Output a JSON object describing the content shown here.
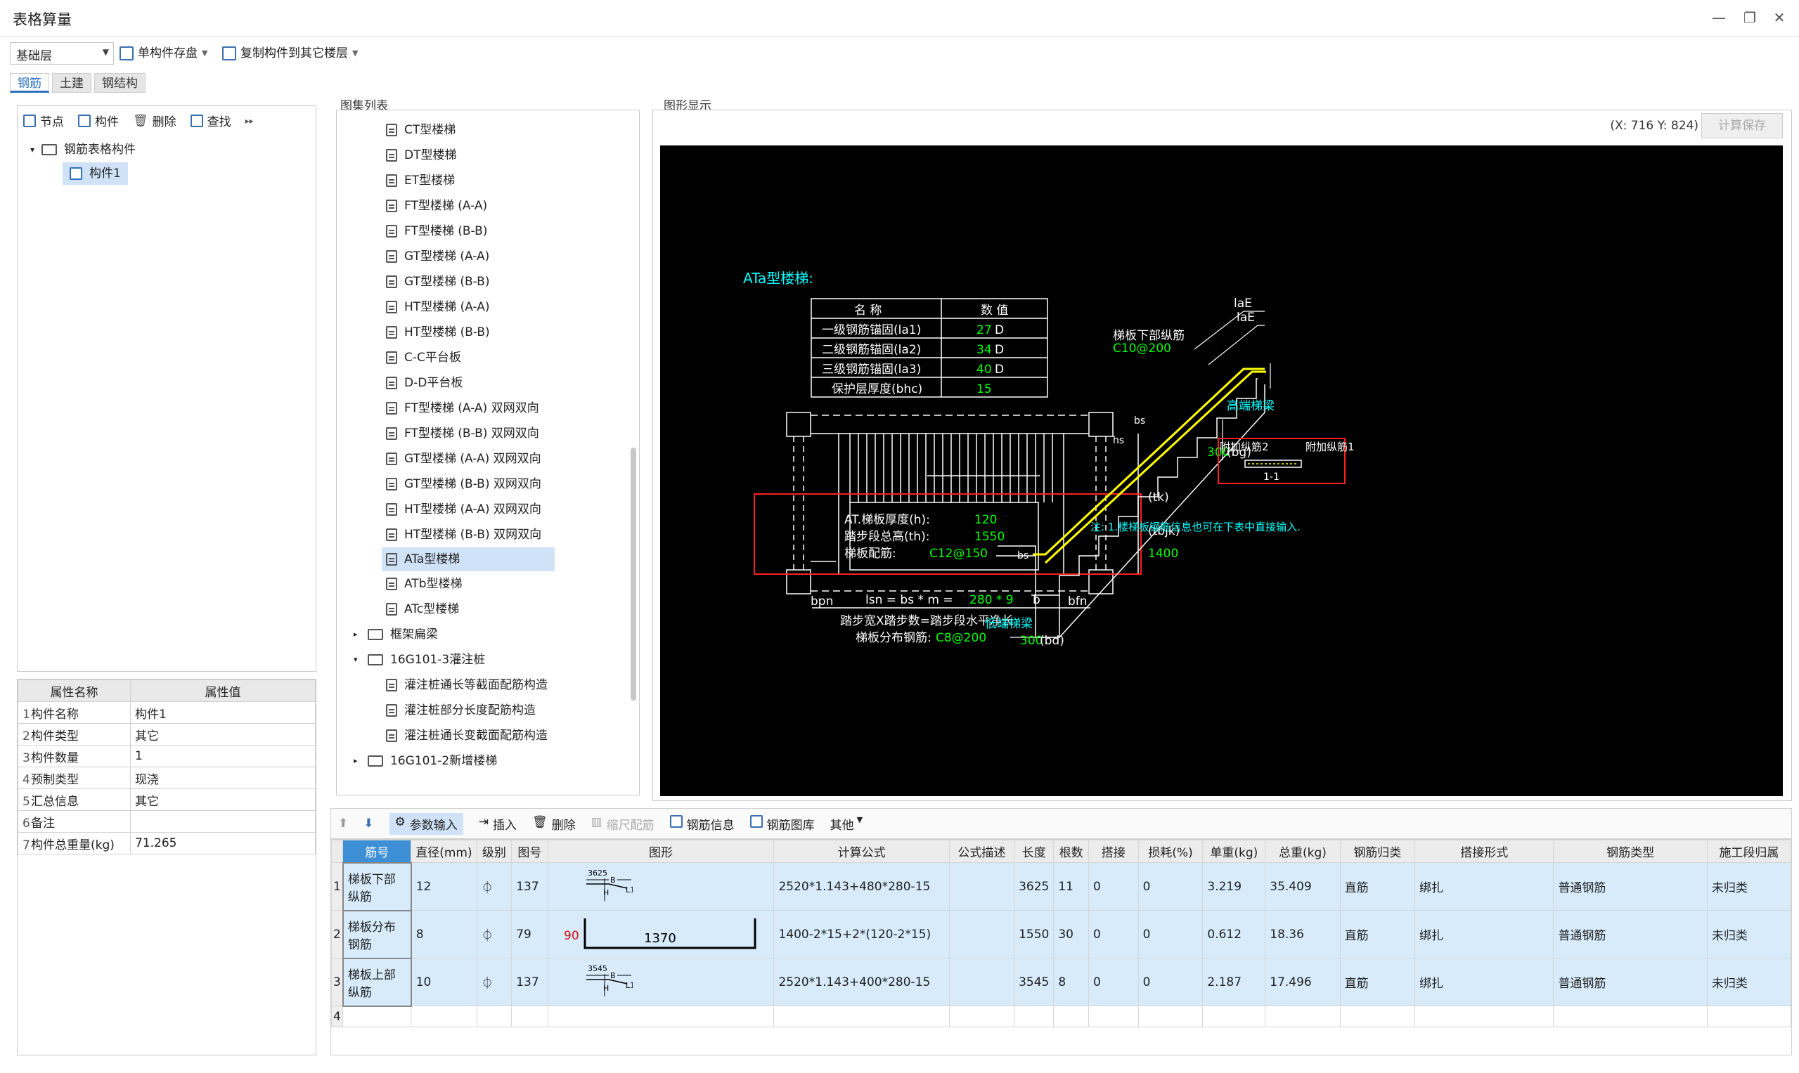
{
  "window": {
    "title": "表格算量"
  },
  "toolbar": {
    "floor": "基础层",
    "save_single": "单构件存盘",
    "copy_to_floors": "复制构件到其它楼层"
  },
  "tabs": [
    "钢筋",
    "土建",
    "钢结构"
  ],
  "left_tree": {
    "toolbar": [
      "节点",
      "构件",
      "删除",
      "查找"
    ],
    "root": "钢筋表格构件",
    "child": "构件1"
  },
  "properties": {
    "headers": [
      "属性名称",
      "属性值"
    ],
    "rows": [
      {
        "n": "1",
        "name": "构件名称",
        "value": "构件1"
      },
      {
        "n": "2",
        "name": "构件类型",
        "value": "其它"
      },
      {
        "n": "3",
        "name": "构件数量",
        "value": "1"
      },
      {
        "n": "4",
        "name": "预制类型",
        "value": "现浇"
      },
      {
        "n": "5",
        "name": "汇总信息",
        "value": "其它"
      },
      {
        "n": "6",
        "name": "备注",
        "value": ""
      },
      {
        "n": "7",
        "name": "构件总重量(kg)",
        "value": "71.265"
      }
    ]
  },
  "atlas": {
    "title": "图集列表",
    "items": [
      {
        "label": "CT型楼梯",
        "kind": "doc"
      },
      {
        "label": "DT型楼梯",
        "kind": "doc"
      },
      {
        "label": "ET型楼梯",
        "kind": "doc"
      },
      {
        "label": "FT型楼梯 (A-A)",
        "kind": "doc"
      },
      {
        "label": "FT型楼梯 (B-B)",
        "kind": "doc"
      },
      {
        "label": "GT型楼梯 (A-A)",
        "kind": "doc"
      },
      {
        "label": "GT型楼梯 (B-B)",
        "kind": "doc"
      },
      {
        "label": "HT型楼梯 (A-A)",
        "kind": "doc"
      },
      {
        "label": "HT型楼梯 (B-B)",
        "kind": "doc"
      },
      {
        "label": "C-C平台板",
        "kind": "doc"
      },
      {
        "label": "D-D平台板",
        "kind": "doc"
      },
      {
        "label": "FT型楼梯 (A-A) 双网双向",
        "kind": "doc"
      },
      {
        "label": "FT型楼梯 (B-B) 双网双向",
        "kind": "doc"
      },
      {
        "label": "GT型楼梯 (A-A) 双网双向",
        "kind": "doc"
      },
      {
        "label": "GT型楼梯 (B-B) 双网双向",
        "kind": "doc"
      },
      {
        "label": "HT型楼梯 (A-A) 双网双向",
        "kind": "doc"
      },
      {
        "label": "HT型楼梯 (B-B) 双网双向",
        "kind": "doc"
      },
      {
        "label": "ATa型楼梯",
        "kind": "doc",
        "selected": true
      },
      {
        "label": "ATb型楼梯",
        "kind": "doc"
      },
      {
        "label": "ATc型楼梯",
        "kind": "doc"
      },
      {
        "label": "框架扁梁",
        "kind": "folder"
      },
      {
        "label": "16G101-3灌注桩",
        "kind": "folder-open"
      },
      {
        "label": "灌注桩通长等截面配筋构造",
        "kind": "doc"
      },
      {
        "label": "灌注桩部分长度配筋构造",
        "kind": "doc"
      },
      {
        "label": "灌注桩通长变截面配筋构造",
        "kind": "doc"
      },
      {
        "label": "16G101-2新增楼梯",
        "kind": "folder"
      }
    ]
  },
  "graphic": {
    "title": "图形显示",
    "coords": "(X: 716 Y: 824)",
    "calc_save": "计算保存",
    "drawing": {
      "heading": "ATa型楼梯:",
      "table_head": [
        "名 称",
        "数 值"
      ],
      "table_rows": [
        [
          "一级钢筋锚固(la1)",
          "27",
          "D"
        ],
        [
          "二级钢筋锚固(la2)",
          "34",
          "D"
        ],
        [
          "三级钢筋锚固(la3)",
          "40",
          "D"
        ],
        [
          "保护层厚度(bhc)",
          "15",
          ""
        ]
      ],
      "plate_thickness": "AT.梯板厚度(h):",
      "plate_thickness_val": "120",
      "step_height": "踏步段总高(th):",
      "step_height_val": "1550",
      "plate_rebar": "梯板配筋:",
      "plate_rebar_val": "C12@150",
      "tk": "(tk)",
      "tbjk": "(tbjk)",
      "v1400": "1400",
      "bpn": "bpn",
      "bfn": "bfn",
      "b": "b",
      "lsn": "lsn = bs * m =",
      "lsn_val": "280 * 9",
      "step_formula": "踏步宽X踏步数=踏步段水平净长",
      "dist_rebar": "梯板分布钢筋:",
      "dist_rebar_val": "C8@200",
      "lower_long": "梯板下部纵筋",
      "lower_long_val": "C10@200",
      "laE1": "laE",
      "laE2": "laE",
      "high_beam": "高端梯梁",
      "v300bg": "300",
      "bg": "(bg)",
      "low_beam": "低端梯梁",
      "v300bd": "300",
      "bd": "(bd)",
      "bs1": "bs",
      "hs": "hs",
      "bs2": "bs",
      "add1": "附加纵筋1",
      "add2": "附加纵筋2",
      "sec": "1-1",
      "note": "注: 1.楼梯板钢筋信息也可在下表中直接输入."
    }
  },
  "bottom_toolbar": [
    "参数输入",
    "插入",
    "删除",
    "缩尺配筋",
    "钢筋信息",
    "钢筋图库",
    "其他"
  ],
  "grid": {
    "headers": [
      "筋号",
      "直径(mm)",
      "级别",
      "图号",
      "图形",
      "计算公式",
      "公式描述",
      "长度",
      "根数",
      "搭接",
      "损耗(%)",
      "单重(kg)",
      "总重(kg)",
      "钢筋归类",
      "搭接形式",
      "钢筋类型",
      "施工段归属"
    ],
    "rows": [
      {
        "n": "1",
        "name": "梯板下部纵筋",
        "dia": "12",
        "grade": "⏀",
        "fig": "137",
        "shape": {
          "a": "3625",
          "b": "B",
          "c": "L1",
          "d": "H"
        },
        "formula": "2520*1.143+480*280-15",
        "desc": "",
        "len": "3625",
        "count": "11",
        "lap": "0",
        "loss": "0",
        "unit": "3.219",
        "total": "35.409",
        "cat": "直筋",
        "lap_type": "绑扎",
        "type": "普通钢筋",
        "seg": "未归类"
      },
      {
        "n": "2",
        "name": "梯板分布钢筋",
        "dia": "8",
        "grade": "⏀",
        "fig": "79",
        "shape": {
          "a": "90",
          "b": "1370"
        },
        "formula": "1400-2*15+2*(120-2*15)",
        "desc": "",
        "len": "1550",
        "count": "30",
        "lap": "0",
        "loss": "0",
        "unit": "0.612",
        "total": "18.36",
        "cat": "直筋",
        "lap_type": "绑扎",
        "type": "普通钢筋",
        "seg": "未归类"
      },
      {
        "n": "3",
        "name": "梯板上部纵筋",
        "dia": "10",
        "grade": "⏀",
        "fig": "137",
        "shape": {
          "a": "3545",
          "b": "B",
          "c": "L1",
          "d": "H"
        },
        "formula": "2520*1.143+400*280-15",
        "desc": "",
        "len": "3545",
        "count": "8",
        "lap": "0",
        "loss": "0",
        "unit": "2.187",
        "total": "17.496",
        "cat": "直筋",
        "lap_type": "绑扎",
        "type": "普通钢筋",
        "seg": "未归类"
      }
    ],
    "empty_row": "4"
  }
}
